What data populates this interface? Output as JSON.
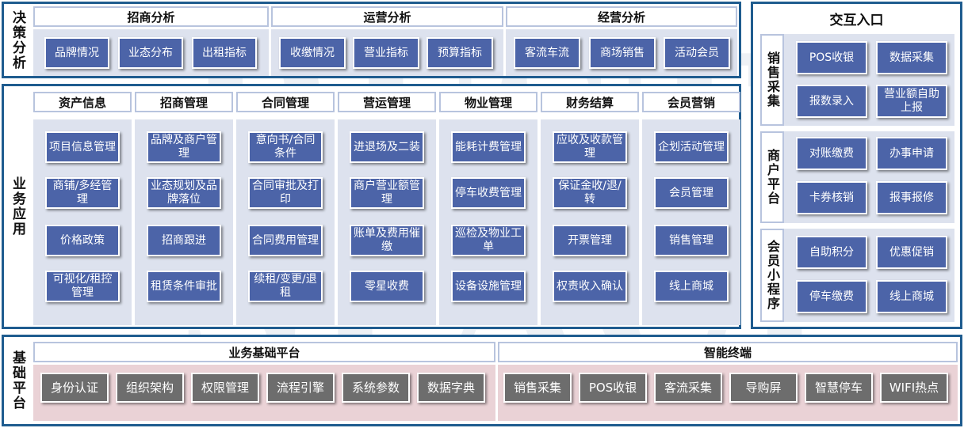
{
  "watermark": "BEST\nSPACE",
  "decision": {
    "label": "决策分析",
    "groups": [
      {
        "title": "招商分析",
        "items": [
          "品牌情况",
          "业态分布",
          "出租指标"
        ]
      },
      {
        "title": "运营分析",
        "items": [
          "收缴情况",
          "营业指标",
          "预算指标"
        ]
      },
      {
        "title": "经营分析",
        "items": [
          "客流车流",
          "商场销售",
          "活动会员"
        ]
      }
    ]
  },
  "business": {
    "label": "业务应用",
    "columns": [
      {
        "title": "资产信息",
        "items": [
          "项目信息管理",
          "商铺/多经管理",
          "价格政策",
          "可视化/租控管理"
        ]
      },
      {
        "title": "招商管理",
        "items": [
          "品牌及商户管理",
          "业态规划及品牌落位",
          "招商跟进",
          "租赁条件审批"
        ]
      },
      {
        "title": "合同管理",
        "items": [
          "意向书/合同条件",
          "合同审批及打印",
          "合同费用管理",
          "续租/变更/退租"
        ]
      },
      {
        "title": "营运管理",
        "items": [
          "进退场及二装",
          "商户营业额管理",
          "账单及费用催缴",
          "零星收费"
        ]
      },
      {
        "title": "物业管理",
        "items": [
          "能耗计费管理",
          "停车收费管理",
          "巡检及物业工单",
          "设备设施管理"
        ]
      },
      {
        "title": "财务结算",
        "items": [
          "应收及收款管理",
          "保证金收/退/转",
          "开票管理",
          "权责收入确认"
        ]
      },
      {
        "title": "会员营销",
        "items": [
          "企划活动管理",
          "会员管理",
          "销售管理",
          "线上商城"
        ]
      }
    ]
  },
  "interaction": {
    "title": "交互入口",
    "groups": [
      {
        "label": "销售采集",
        "items": [
          "POS收银",
          "数据采集",
          "报数录入",
          "营业额自助上报"
        ]
      },
      {
        "label": "商户平台",
        "items": [
          "对账缴费",
          "办事申请",
          "卡券核销",
          "报事报修"
        ]
      },
      {
        "label": "会员小程序",
        "items": [
          "自助积分",
          "优惠促销",
          "停车缴费",
          "线上商城"
        ]
      }
    ]
  },
  "foundation": {
    "label": "基础平台",
    "groups": [
      {
        "title": "业务基础平台",
        "items": [
          "身份认证",
          "组织架构",
          "权限管理",
          "流程引擎",
          "系统参数",
          "数据字典"
        ]
      },
      {
        "title": "智能终端",
        "items": [
          "销售采集",
          "POS收银",
          "客流采集",
          "导购屏",
          "智慧停车",
          "WIFI热点"
        ]
      }
    ]
  }
}
